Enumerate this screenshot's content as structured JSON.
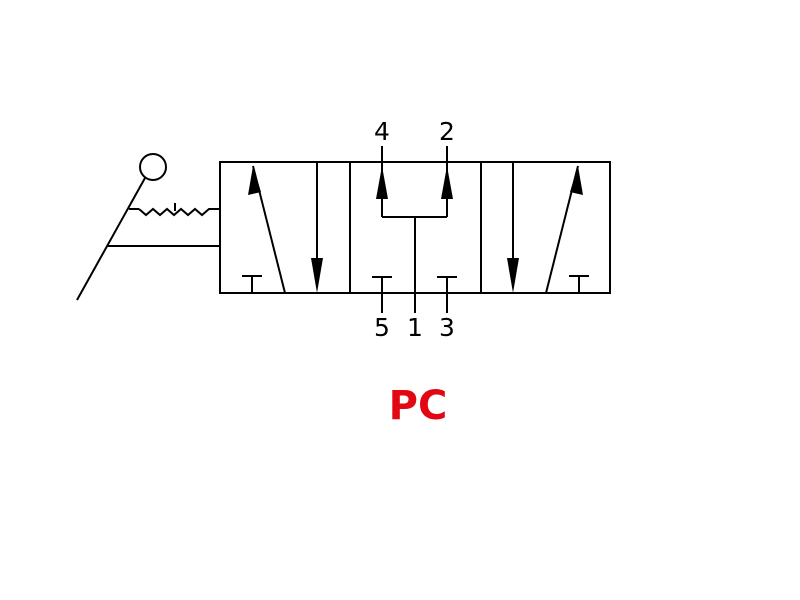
{
  "ports": {
    "port_4": "4",
    "port_2": "2",
    "port_5": "5",
    "port_1": "1",
    "port_3": "3"
  },
  "caption": {
    "text": "PC",
    "color": "#e30613"
  },
  "colors": {
    "line": "#000000",
    "background": "#ffffff"
  },
  "icons": {
    "actuator": "lever-with-detent-icon",
    "valve": "5-port-3-position-valve-icon"
  }
}
